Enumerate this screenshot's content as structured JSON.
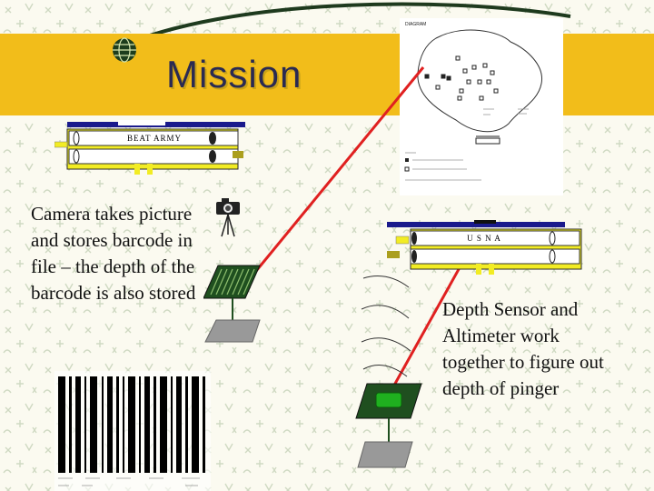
{
  "slide": {
    "title": "Mission",
    "left_caption": "Camera takes picture and stores barcode in file – the depth of the barcode is also stored",
    "right_caption": "Depth Sensor and Altimeter work together to figure out depth of pinger"
  },
  "left_sub": {
    "label": "BEAT ARMY"
  },
  "right_sub": {
    "label": "U S N A"
  },
  "pool_figure": {
    "heading": "DIAGRAM"
  },
  "colors": {
    "band": "#f2bd1a",
    "title": "#2a2a52",
    "beam": "#e02020",
    "sub_body": "#f2ec24",
    "navy": "#1a1a8c",
    "panel": "#1f4f1f"
  },
  "icons": [
    "globe-icon",
    "camera-icon",
    "sonar-wave-icon",
    "pinger-icon"
  ]
}
